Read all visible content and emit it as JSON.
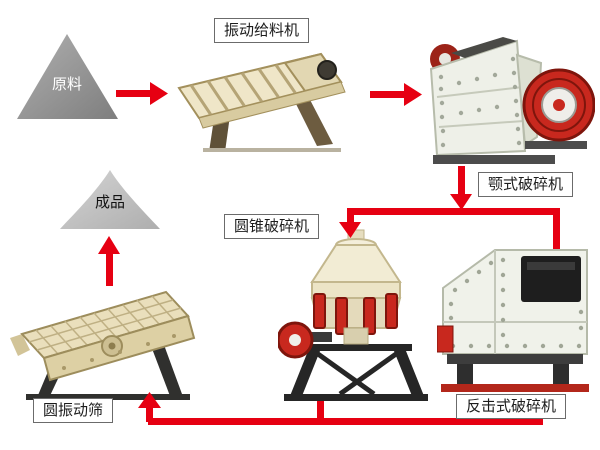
{
  "diagram": {
    "type": "process-flow",
    "labels": {
      "raw_material": "原料",
      "feeder": "振动给料机",
      "jaw": "颚式破碎机",
      "cone": "圆锥破碎机",
      "impact": "反击式破碎机",
      "screen": "圆振动筛",
      "product": "成品"
    },
    "flow_order": [
      "原料",
      "振动给料机",
      "颚式破碎机",
      "圆锥破碎机 / 反击式破碎机",
      "圆振动筛",
      "成品"
    ],
    "colors": {
      "arrow_red": "#e60012",
      "machine_red_accent": "#c8281e",
      "machine_body_cream": "#efe6c8",
      "machine_body_white": "#f0f2ea",
      "frame_dark": "#2b2b2b",
      "node_gray_dark": "#949494",
      "node_gray_light": "#c6c6c6",
      "label_border": "#6b6b6b",
      "background": "#ffffff"
    }
  }
}
